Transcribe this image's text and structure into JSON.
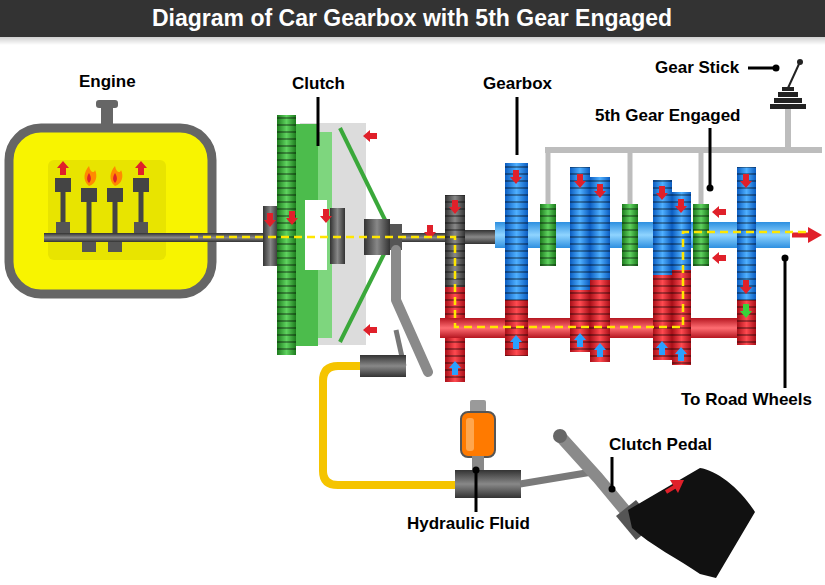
{
  "diagram": {
    "title": "Diagram of Car Gearbox with 5th Gear Engaged",
    "labels": [
      "Engine",
      "Clutch",
      "Gearbox",
      "Gear Stick",
      "5th Gear Engaged",
      "To Road Wheels",
      "Clutch Pedal",
      "Hydraulic Fluid"
    ]
  }
}
